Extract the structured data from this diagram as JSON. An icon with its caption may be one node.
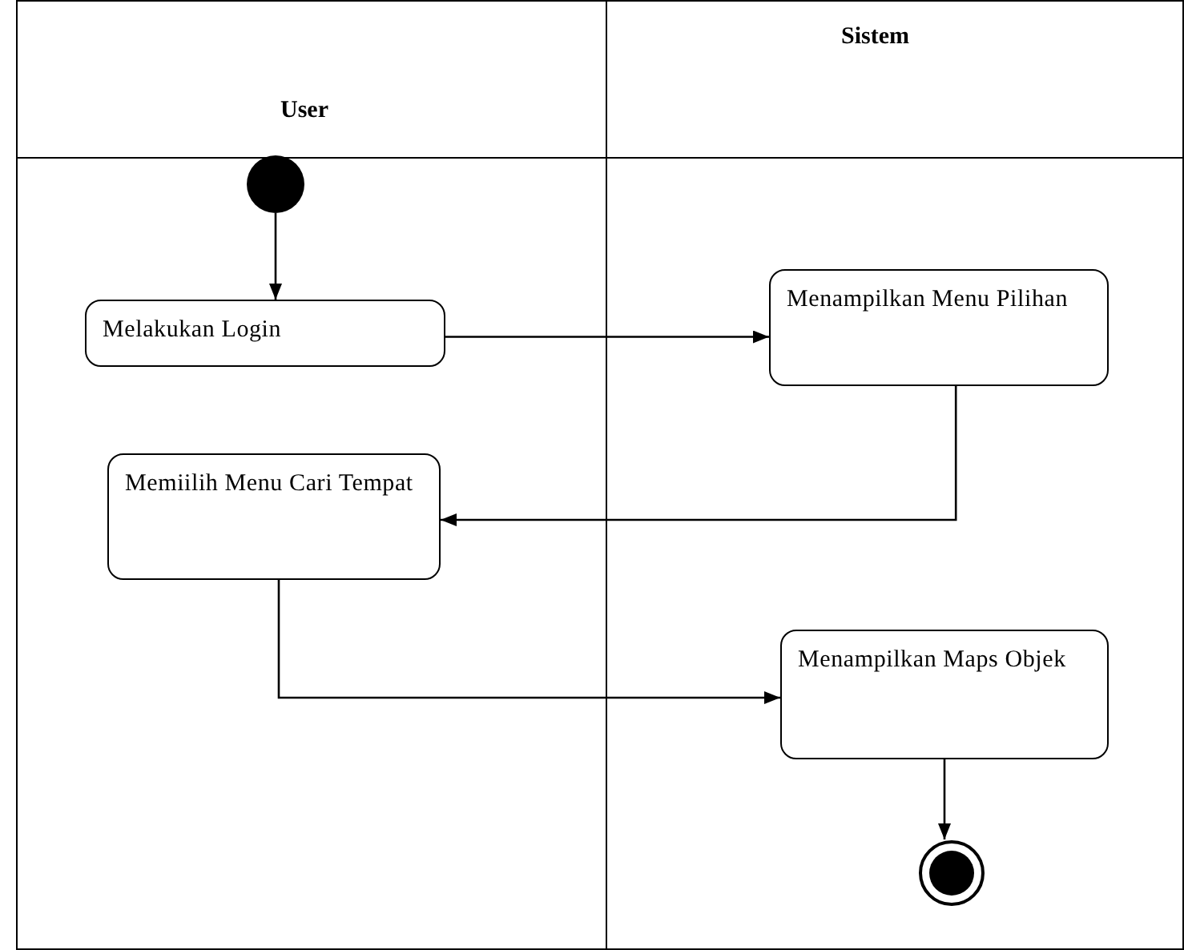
{
  "diagram": {
    "nodes": [
      {
        "text": [
          "User"
        ]
      },
      {
        "text": [
          "Sistem"
        ]
      },
      {
        "text": [],
        "shape": "circle",
        "in": 0
      },
      {
        "text": [
          "Melakukan Login"
        ],
        "in": 0
      },
      {
        "text": [
          "Menampilkan Menu Pilihan"
        ],
        "in": 1
      },
      {
        "text": [
          "Memiilih Menu Cari Tempat"
        ],
        "in": 0
      },
      {
        "text": [
          "Menampilkan Maps Objek"
        ],
        "in": 1
      },
      {
        "text": [],
        "shape": "circle",
        "in": 1
      }
    ],
    "edges": [
      {
        "from": 2,
        "to": 3,
        "arrow": "to"
      },
      {
        "from": 3,
        "to": 4,
        "arrow": "to"
      },
      {
        "from": 4,
        "to": 5,
        "arrow": "to"
      },
      {
        "from": 5,
        "to": 6,
        "arrow": "to"
      },
      {
        "from": 6,
        "to": 7,
        "arrow": "to"
      }
    ]
  }
}
